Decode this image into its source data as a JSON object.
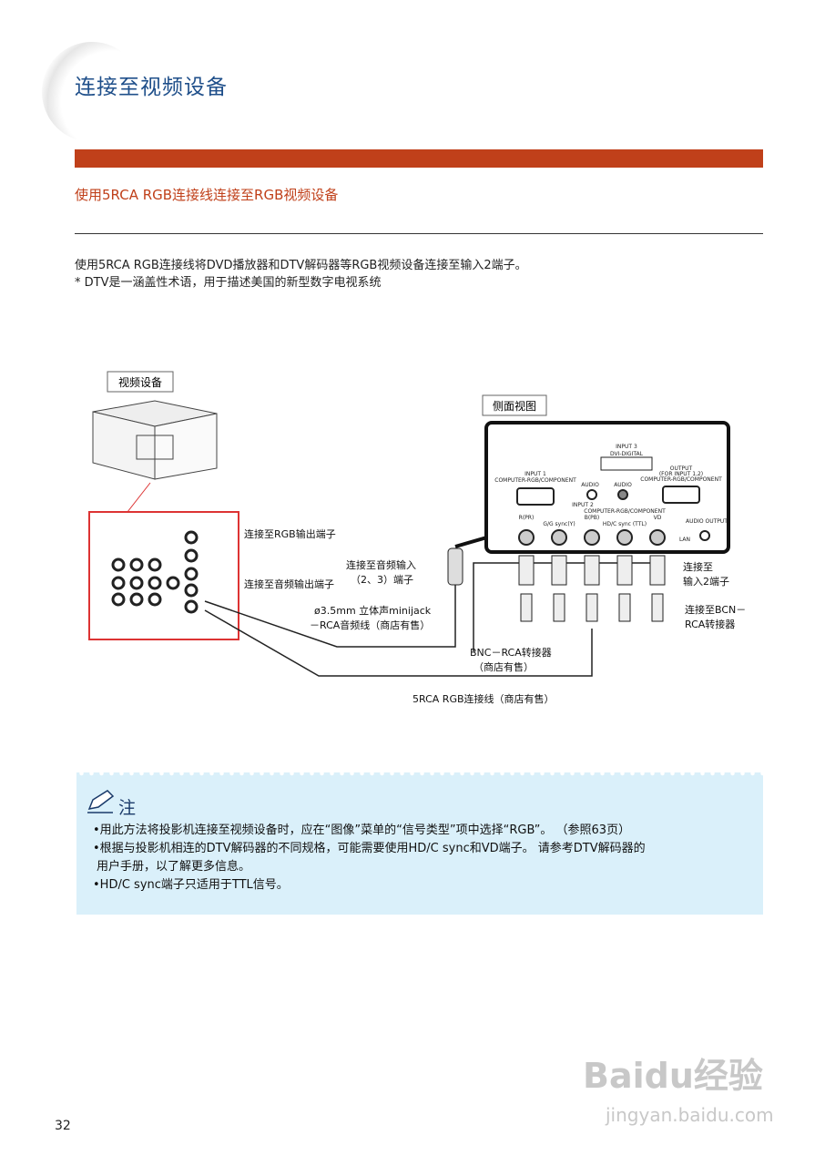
{
  "header": {
    "title": "连接至视频设备"
  },
  "section": {
    "subtitle": "使用5RCA RGB连接线连接至RGB视频设备"
  },
  "intro": [
    "使用5RCA RGB连接线将DVD播放器和DTV解码器等RGB视频设备连接至输入2端子。",
    "* DTV是一涵盖性术语，用于描述美国的新型数字电视系统"
  ],
  "diagram": {
    "video_device": "视频设备",
    "side_view": "侧面视图",
    "labels": {
      "rgb_out": "连接至RGB输出端子",
      "audio_out": "连接至音频输出端子",
      "audio_in_1": "连接至音频输入",
      "audio_in_2": "（2、3）端子",
      "minijack_1": "ø3.5mm 立体声minijack",
      "minijack_2": "－RCA音频线（商店有售）",
      "bnc_1": "BNC－RCA转接器",
      "bnc_2": "（商店有售）",
      "cable": "5RCA RGB连接线（商店有售）",
      "input2_1": "连接至",
      "input2_2": "输入2端子",
      "bcn_1": "连接至BCN－",
      "bcn_2": "RCA转接器"
    },
    "ports": {
      "input3": "INPUT 3",
      "dvi": "DVI-DIGITAL",
      "input1": "INPUT 1",
      "comp1": "COMPUTER-RGB/COMPONENT",
      "audio": "AUDIO",
      "output": "OUTPUT",
      "for_input": "(FOR INPUT 1,2)",
      "comp_out": "COMPUTER-RGB/COMPONENT",
      "input2": "INPUT 2",
      "comp2": "COMPUTER-RGB/COMPONENT",
      "bnc": [
        "R(PR)",
        "G/G sync(Y)",
        "B(PB)",
        "HD/C sync (TTL)",
        "VD"
      ],
      "lan": "LAN",
      "audio_output": "AUDIO OUTPUT"
    }
  },
  "note": {
    "title": "注",
    "icon": "pencil-icon",
    "items": [
      "•用此方法将投影机连接至视频设备时，应在“图像”菜单的“信号类型”项中选择“RGB”。 （参照63页）",
      "•根据与投影机相连的DTV解码器的不同规格，可能需要使用HD/C sync和VD端子。 请参考DTV解码器的",
      "用户手册，以了解更多信息。",
      "•HD/C sync端子只适用于TTL信号。"
    ]
  },
  "page_number": "32",
  "watermark": {
    "logo": "Baidu经验",
    "url": "jingyan.baidu.com"
  },
  "colors": {
    "accent": "#c0401a",
    "title": "#1f4f8a",
    "note_bg": "#daf0fa"
  }
}
